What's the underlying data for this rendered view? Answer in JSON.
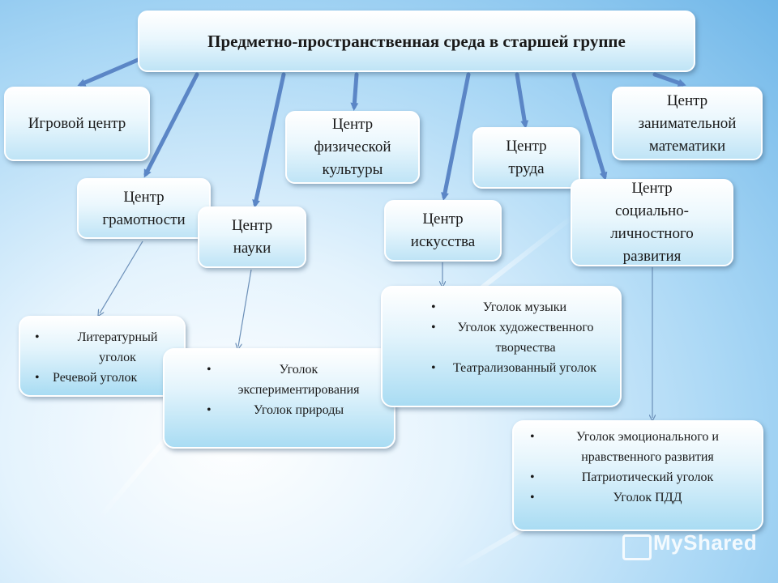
{
  "title": "Предметно-пространственная среда в старшей группе",
  "centers": {
    "game": [
      "Игровой центр"
    ],
    "literacy": [
      "Центр",
      "грамотности"
    ],
    "science": [
      "Центр",
      "науки"
    ],
    "physical": [
      "Центр",
      "физической",
      "культуры"
    ],
    "art": [
      "Центр",
      "искусства"
    ],
    "labor": [
      "Центр",
      "труда"
    ],
    "math": [
      "Центр",
      "занимательной",
      "математики"
    ],
    "social": [
      "Центр",
      "социально-",
      "личностного",
      "развития"
    ]
  },
  "lists": {
    "literacy": [
      "Литературный уголок",
      "Речевой уголок"
    ],
    "science": [
      "Уголок экспериментирования",
      "Уголок природы"
    ],
    "art": [
      "Уголок музыки",
      "Уголок художественного творчества",
      "Театрализованный уголок"
    ],
    "social": [
      "Уголок эмоционального и нравственного развития",
      "Патриотический уголок",
      "Уголок ПДД"
    ]
  },
  "watermark": "MyShared",
  "colors": {
    "arrow": "#5b86c6",
    "connector": "#6b8fb8"
  }
}
